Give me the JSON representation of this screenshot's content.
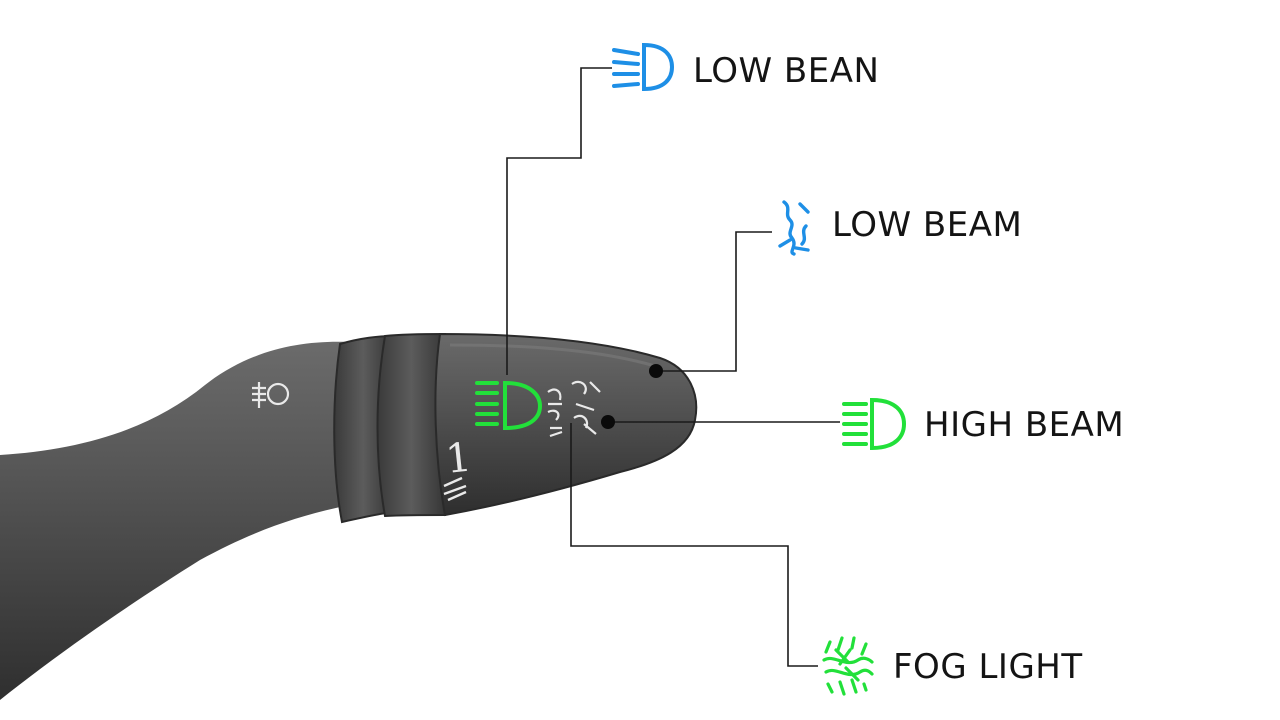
{
  "callouts": {
    "low_bean": {
      "label": "LOW BEAN",
      "icon": "low-beam-headlamp-icon",
      "color": "#1e8fe6"
    },
    "low_beam": {
      "label": "LOW BEAM",
      "icon": "low-beam-wave-icon",
      "color": "#1e8fe6"
    },
    "high_beam": {
      "label": "HIGH BEAM",
      "icon": "high-beam-headlamp-icon",
      "color": "#22e03a"
    },
    "fog_light": {
      "label": "FOG LIGHT",
      "icon": "fog-light-icon",
      "color": "#22e03a"
    }
  },
  "lever": {
    "body_color": "#4a4a4a",
    "position_mark": "1",
    "active_indicator_color": "#22e03a"
  }
}
